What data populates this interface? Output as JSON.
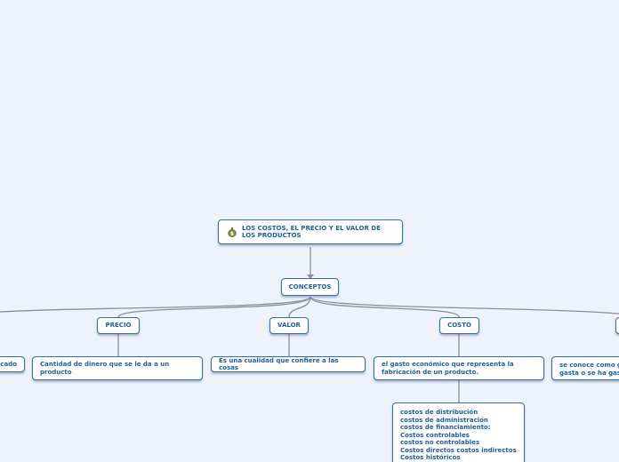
{
  "root": {
    "title": "LOS COSTOS, EL PRECIO Y EL VALOR DE LOS PRODUCTOS",
    "icon": "money-bag-icon"
  },
  "center": {
    "label": "CONCEPTOS"
  },
  "branches": {
    "precio": {
      "label": "PRECIO",
      "description": "Cantidad de dinero que se le da a un producto"
    },
    "valor": {
      "label": "VALOR",
      "description": "Es una cualidad que confiere a las cosas"
    },
    "costo": {
      "label": "COSTO",
      "description": "el gasto económico que representa la fabricación de un producto.",
      "types": [
        "costos de distribución",
        "costos de administración",
        "costos de financiamiento:",
        "Costos controlables",
        "costos no controlables",
        "Costos directos costos indirectos",
        "Costos históricos"
      ]
    },
    "left_partial": {
      "text": "icado"
    },
    "right_partial": {
      "line1": "se conoce como g",
      "line2": "gasta o se ha gas"
    }
  },
  "colors": {
    "background": "#eef2fb",
    "border": "#2f6fb5",
    "text": "#1f5ea8",
    "connector": "#8a8f99"
  }
}
